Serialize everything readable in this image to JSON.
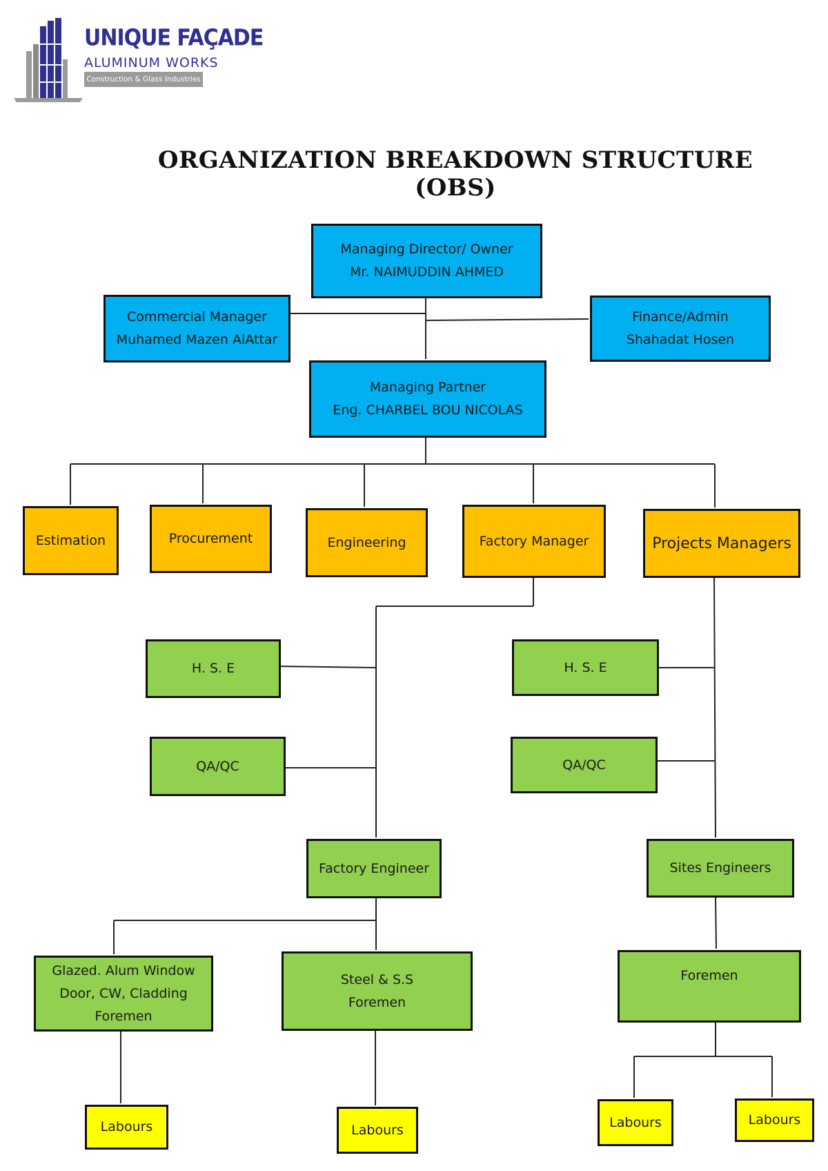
{
  "logo": {
    "name": "UNIQUE FAÇADE",
    "subtitle": "ALUMINUM WORKS",
    "tagline": "Construction & Glass Industries",
    "colors": {
      "navy": "#2f3192",
      "gray": "#9b9b9b"
    }
  },
  "title": "ORGANIZATION BREAKDOWN STRUCTURE (OBS)",
  "colors": {
    "executive": "#00b0f0",
    "department": "#ffc000",
    "staff": "#92d050",
    "labour": "#ffff00",
    "border": "#111111"
  },
  "nodes": {
    "managing_director": {
      "line1": "Managing Director/ Owner",
      "line2": "Mr. NAIMUDDIN AHMED"
    },
    "commercial_manager": {
      "line1": "Commercial Manager",
      "line2": "Muhamed Mazen AlAttar"
    },
    "finance_admin": {
      "line1": "Finance/Admin",
      "line2": "Shahadat Hosen"
    },
    "managing_partner": {
      "line1": "Managing Partner",
      "line2": "Eng. CHARBEL BOU NICOLAS"
    },
    "estimation": "Estimation",
    "procurement": "Procurement",
    "engineering": "Engineering",
    "factory_manager": "Factory Manager",
    "projects_managers": "Projects Managers",
    "hse_factory": "H. S. E",
    "qaqc_factory": "QA/QC",
    "hse_projects": "H. S. E",
    "qaqc_projects": "QA/QC",
    "factory_engineer": "Factory Engineer",
    "sites_engineers": "Sites Engineers",
    "glazed_foremen": {
      "line1": "Glazed. Alum Window",
      "line2": "Door, CW, Cladding",
      "line3": "Foremen"
    },
    "steel_foremen": {
      "line1": "Steel & S.S",
      "line2": "Foremen"
    },
    "site_foremen": "Foremen",
    "labours_glazed": "Labours",
    "labours_steel": "Labours",
    "labours_site_1": "Labours",
    "labours_site_2": "Labours"
  }
}
